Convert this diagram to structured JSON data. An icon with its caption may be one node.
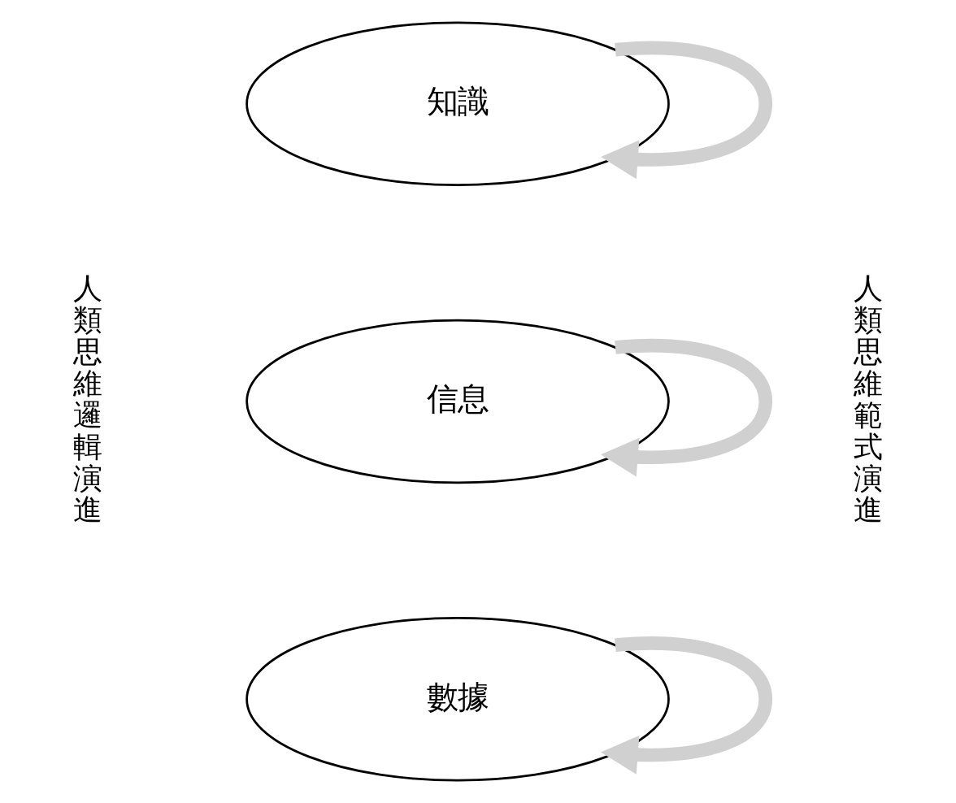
{
  "diagram": {
    "nodes": [
      {
        "text": [
          "知識"
        ]
      },
      {
        "text": [
          "信息"
        ]
      },
      {
        "text": [
          "數據"
        ]
      }
    ],
    "edges": [
      {
        "from": 0,
        "to": 0,
        "arrow": "to"
      },
      {
        "from": 1,
        "to": 1,
        "arrow": "to"
      },
      {
        "from": 2,
        "to": 2,
        "arrow": "to"
      }
    ],
    "labels": [
      "人類思維邏輯演進",
      "人類思維範式演進"
    ]
  }
}
